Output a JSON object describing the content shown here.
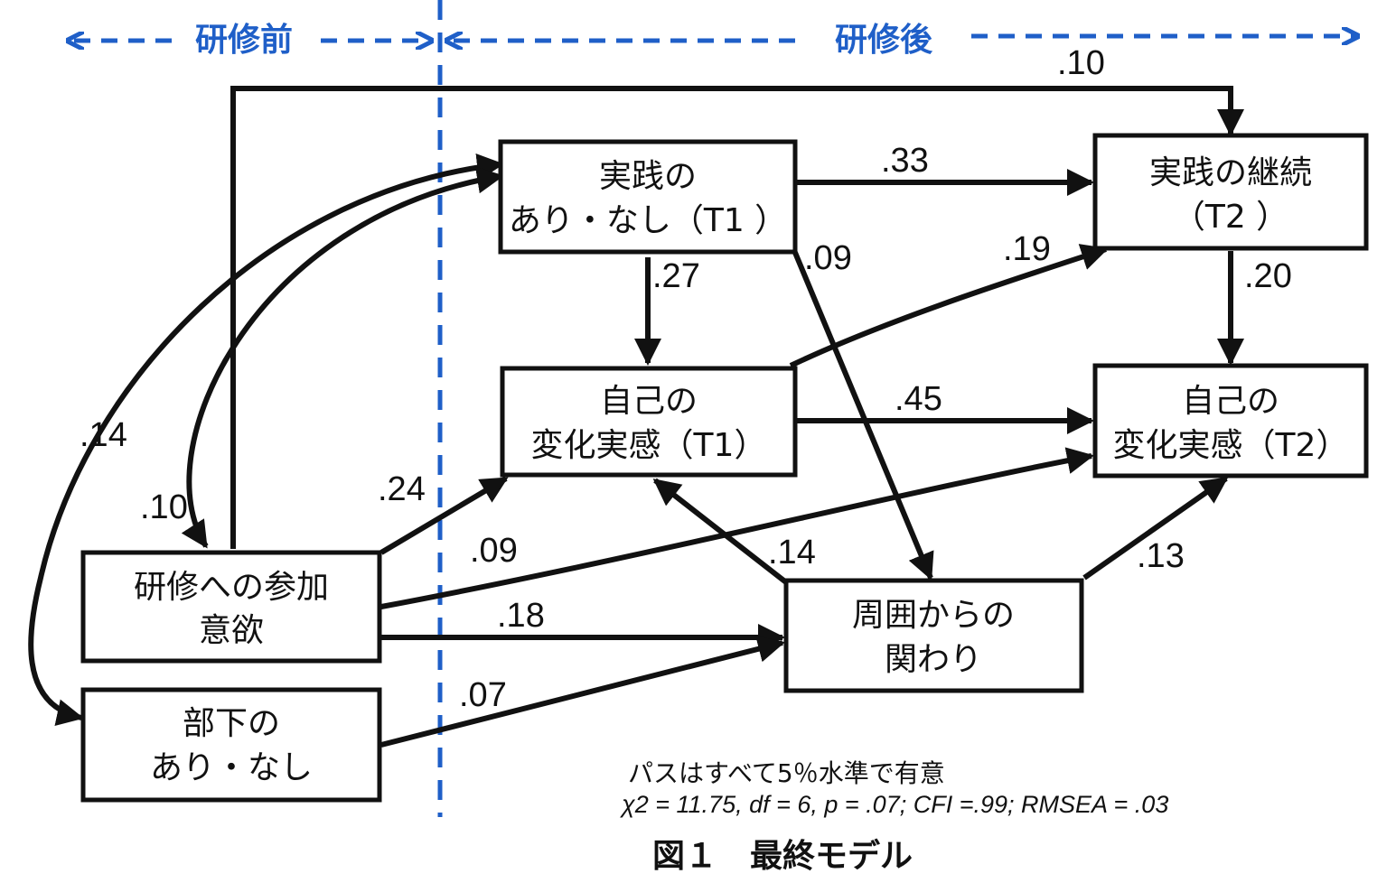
{
  "colors": {
    "phase": "#1f5fc8",
    "line": "#111111"
  },
  "phases": {
    "before": "研修前",
    "after": "研修後"
  },
  "nodes": {
    "practice_t1": {
      "line1": "実践の",
      "line2": "あり・なし（T1 ）"
    },
    "practice_t2": {
      "line1": "実践の継続",
      "line2": "（T2 ）"
    },
    "self_t1": {
      "line1": "自己の",
      "line2": "変化実感（T1）"
    },
    "self_t2": {
      "line1": "自己の",
      "line2": "変化実感（T2）"
    },
    "motivation": {
      "line1": "研修への参加",
      "line2": "意欲"
    },
    "subordinate": {
      "line1": "部下の",
      "line2": "あり・なし"
    },
    "surroundings": {
      "line1": "周囲からの",
      "line2": "関わり"
    }
  },
  "edges": {
    "motivation_to_practice_t2": ".10",
    "practice_t1_to_practice_t2": ".33",
    "practice_t1_to_self_t1": ".27",
    "practice_t1_to_surroundings": ".09",
    "self_t1_to_practice_t2": ".19",
    "practice_t2_to_self_t2": ".20",
    "self_t1_to_self_t2": ".45",
    "subordinate_to_practice_t1": ".14",
    "motivation_practice_t1_corr": ".10",
    "motivation_to_self_t1": ".24",
    "motivation_to_self_t2": ".09",
    "surroundings_to_self_t1": ".14",
    "surroundings_to_self_t2": ".13",
    "motivation_to_surroundings": ".18",
    "subordinate_to_surroundings": ".07"
  },
  "note": "パスはすべて5％水準で有意",
  "stats": "χ2 = 11.75, df = 6, p = .07; CFI =.99; RMSEA = .03",
  "caption": "図１　最終モデル"
}
